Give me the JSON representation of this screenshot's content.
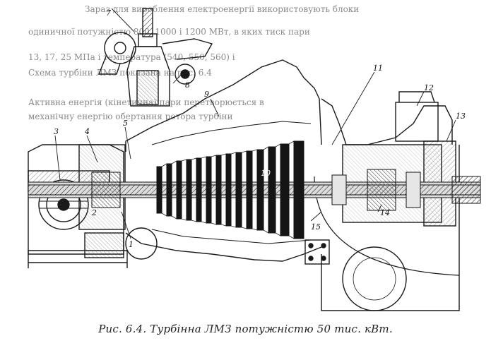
{
  "figure": {
    "caption": "Рис. 6.4. Турбінна ЛМЗ потужністю 50 тис. кВт.",
    "callouts": [
      "1",
      "2",
      "3",
      "4",
      "5",
      "7",
      "8",
      "9",
      "10",
      "11",
      "12",
      "13",
      "14",
      "15"
    ]
  },
  "background_text": {
    "line_1": "Зараз для вироблення електроенергії використовують блоки",
    "line_2": "одиничної потужністю 800, 1000 і 1200 МВт, в яких тиск пари",
    "line_3": "13, 17, 25 МПа і температура (540, 550, 560) і",
    "line_4": "Схема турбіни ЛМЗ показана на рис. 6.4",
    "line_5": "Активна енергія (кінетична) пари перетворюється в",
    "line_6": "механічну енергію обертання ротора турбіни"
  },
  "colors": {
    "ink": "#1a1a1a",
    "paper": "#ffffff",
    "faint": "#8a8a8a"
  }
}
